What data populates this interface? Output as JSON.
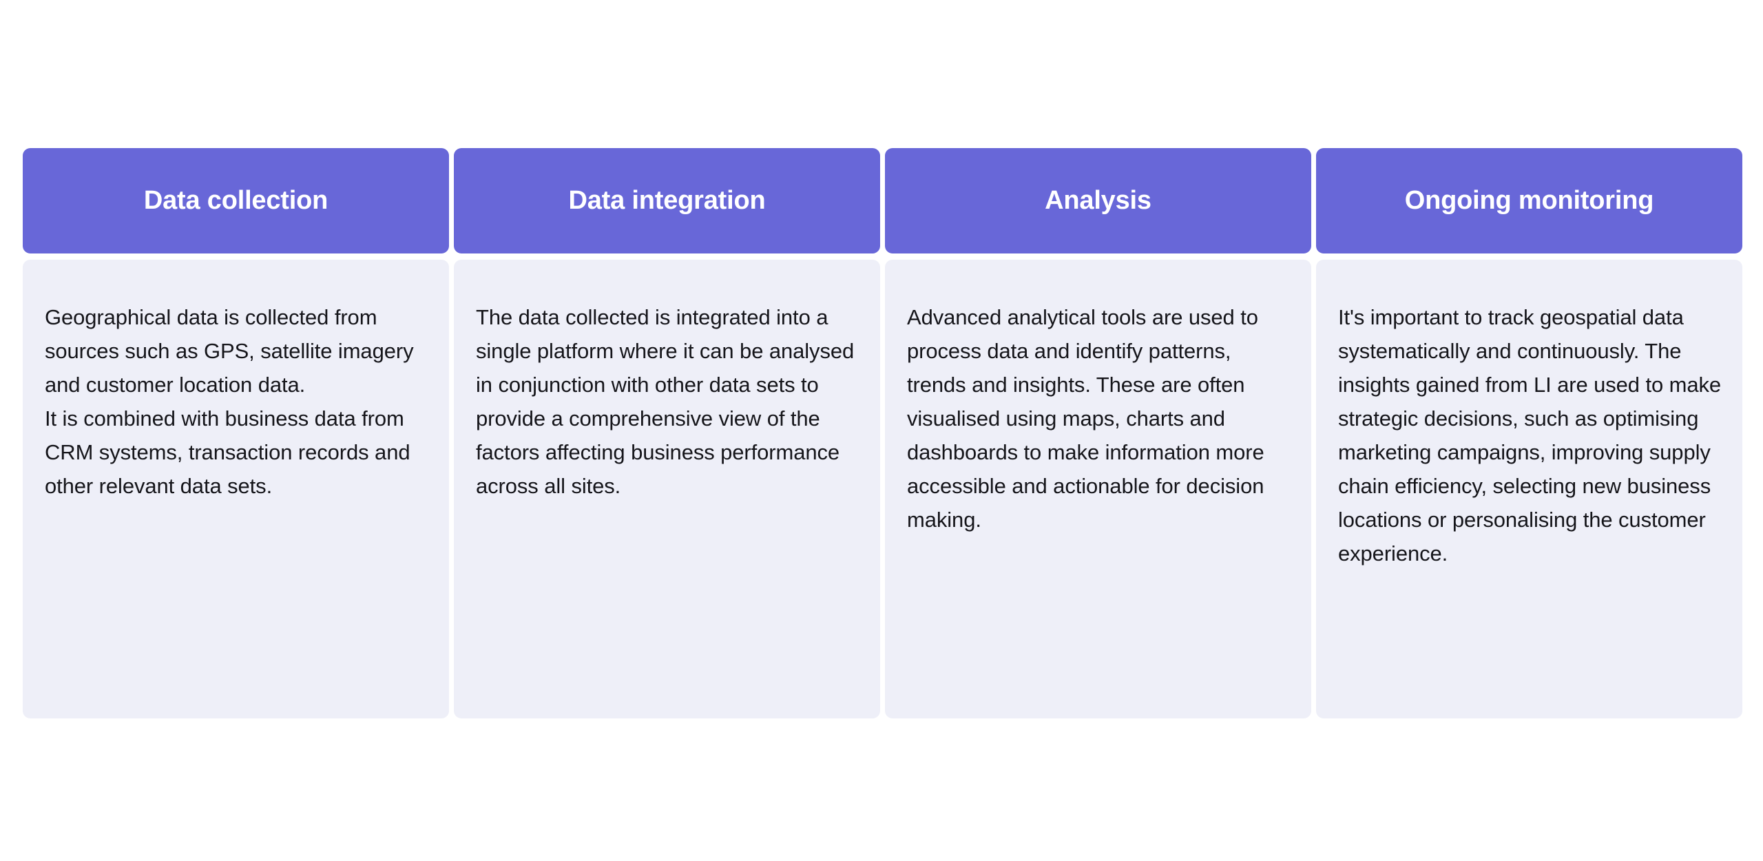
{
  "theme": {
    "page_background": "#ffffff",
    "header_background": "#6867d8",
    "header_text_color": "#ffffff",
    "body_background": "#eeeff8",
    "body_text_color": "#15151a"
  },
  "diagram": {
    "type": "process-stages",
    "columns": [
      {
        "title": "Data collection",
        "body": "Geographical data is collected from sources such as GPS, satellite imagery and customer location data.\nIt is combined with business data from CRM systems, transaction records and other relevant data sets."
      },
      {
        "title": "Data integration",
        "body": "The data collected is integrated into a single platform where it can be analysed in conjunction with other data sets to provide a comprehensive view of the factors affecting business performance across all sites."
      },
      {
        "title": "Analysis",
        "body": "Advanced analytical tools are used to process data and identify patterns, trends and insights. These are often visualised using maps, charts and dashboards to make information more accessible and actionable for decision making."
      },
      {
        "title": "Ongoing monitoring",
        "body": "It's important to track geospatial data systematically and continuously. The insights gained from LI are used to make strategic decisions, such as optimising marketing campaigns, improving supply chain efficiency, selecting new business locations or personalising the customer experience."
      }
    ]
  }
}
